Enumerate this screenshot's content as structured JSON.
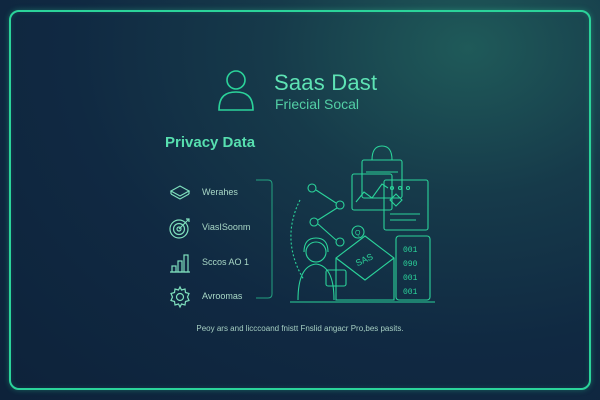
{
  "header": {
    "title": "Saas Dast",
    "subtitle": "Friecial Socal",
    "avatar_icon": "user-avatar-icon"
  },
  "section": {
    "title": "Privacy Data",
    "items": [
      {
        "label": "Werahes",
        "icon": "layers-icon"
      },
      {
        "label": "ViasISoonm",
        "icon": "target-icon"
      },
      {
        "label": "Sccos AO 1",
        "icon": "bar-chart-icon"
      },
      {
        "label": "Avroomas",
        "icon": "gear-icon"
      }
    ]
  },
  "illustration": {
    "envelope_text": "SAS",
    "badge_text": "Q",
    "binary_rows": [
      "001",
      "090",
      "001",
      "001"
    ],
    "icons": [
      "network-icon",
      "shopping-bag-icon",
      "chart-card-icon",
      "person-headset-icon",
      "envelope-icon",
      "binary-panel-icon"
    ]
  },
  "footer": {
    "text": "Peoy ars and licccoand fnistt Fnslid angacr Pro,bes pasits."
  },
  "colors": {
    "accent": "#2bd39a",
    "title": "#5ee3b4",
    "text": "#a9d8c6",
    "background": "#102942"
  }
}
